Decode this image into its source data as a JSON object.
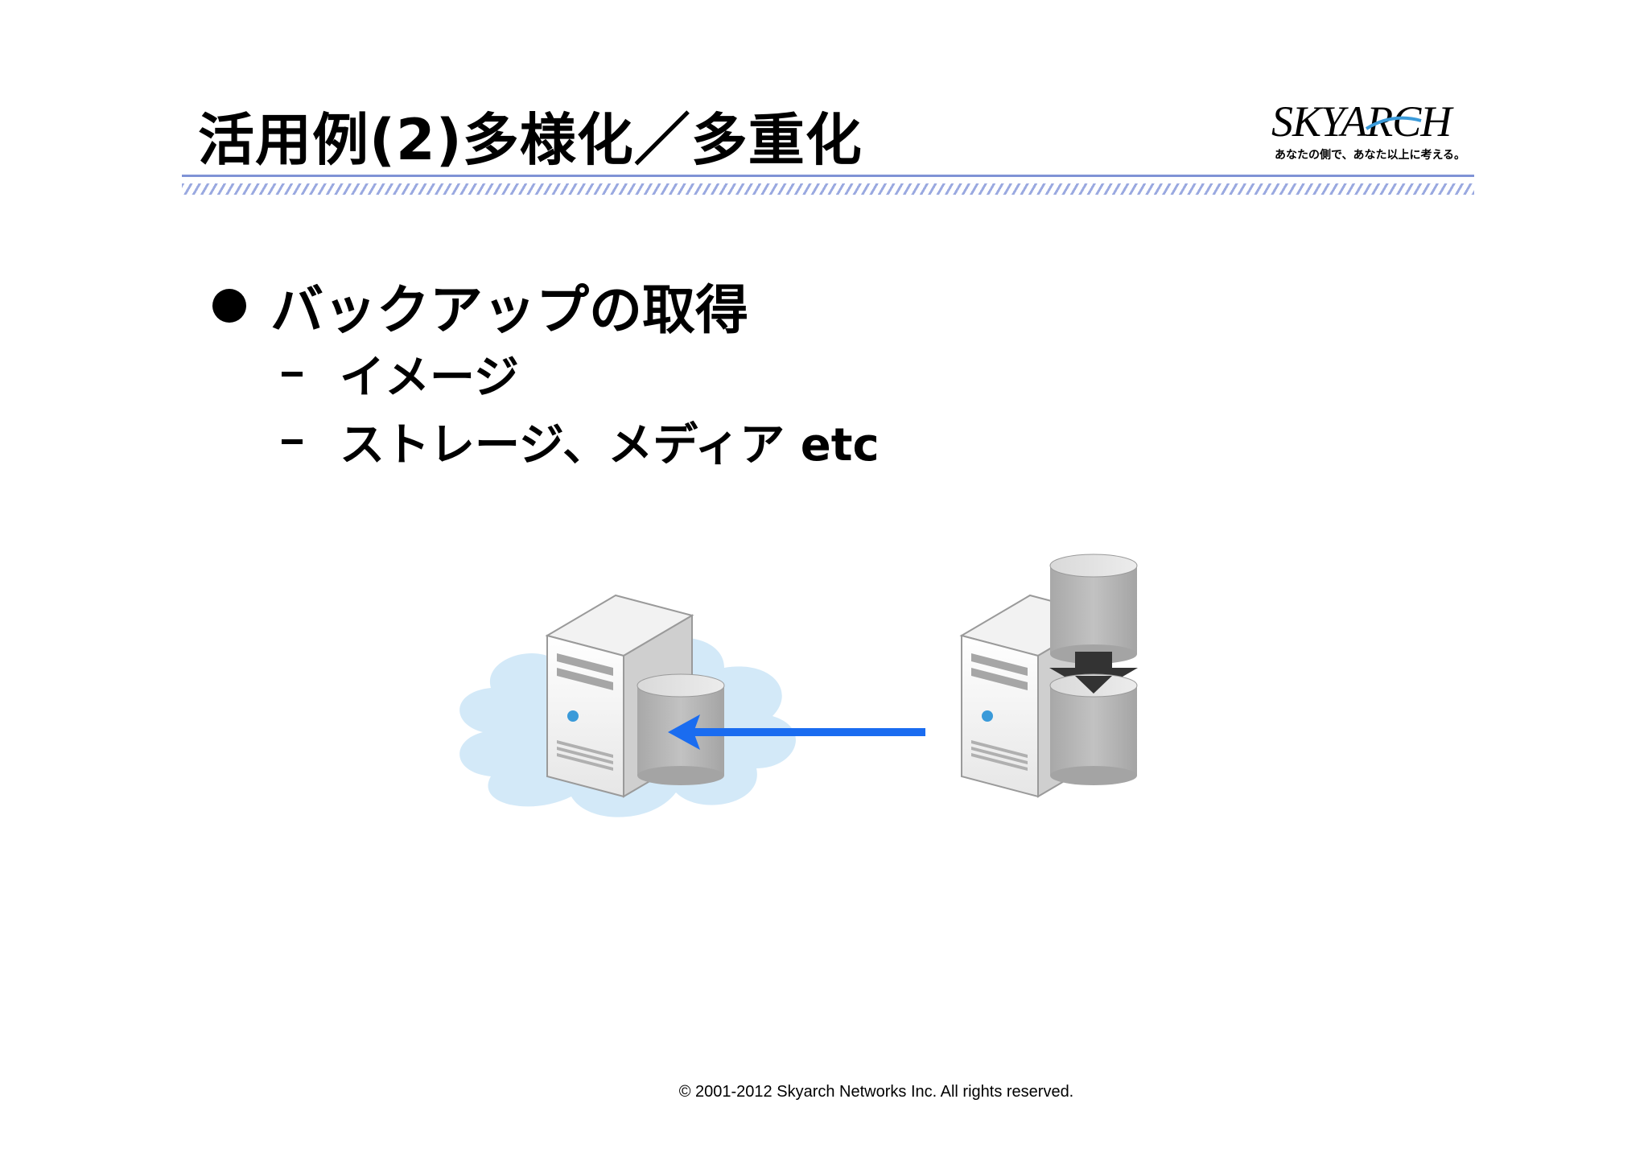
{
  "header": {
    "title": "活用例(2)多様化／多重化",
    "logo": {
      "wordmark": "SKYARCH",
      "tagline": "あなたの側で、あなた以上に考える。"
    },
    "accent_color": "#7f93d6"
  },
  "body": {
    "bullet": "バックアップの取得",
    "sub_items": [
      "イメージ",
      "ストレージ、メディア etc"
    ]
  },
  "diagram": {
    "icons": [
      "cloud-icon",
      "server-icon",
      "database-icon",
      "arrow-left-icon",
      "arrow-down-icon"
    ],
    "colors": {
      "cloud": "#d3e9f8",
      "arrow": "#1a6cf0",
      "disk": "#b3b3b3",
      "down_arrow": "#333333"
    }
  },
  "footer": {
    "copyright": "© 2001-2012 Skyarch Networks Inc. All rights reserved."
  }
}
